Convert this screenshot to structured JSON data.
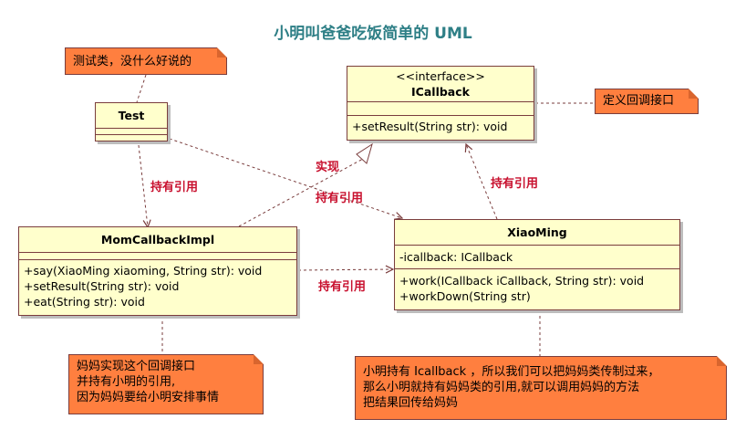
{
  "title": "小明叫爸爸吃饭简单的 UML",
  "classes": {
    "icallback": {
      "stereotype": "<<interface>>",
      "name": "ICallback",
      "methods": [
        "+setResult(String str): void"
      ]
    },
    "test": {
      "name": "Test"
    },
    "mom": {
      "name": "MomCallbackImpl",
      "methods": [
        "+say(XiaoMing xiaoming, String str): void",
        "+setResult(String str): void",
        "+eat(String str): void"
      ]
    },
    "xiaoming": {
      "name": "XiaoMing",
      "attributes": [
        "-icallback: ICallback"
      ],
      "methods": [
        "+work(ICallback iCallback, String str): void",
        "+workDown(String str)"
      ]
    }
  },
  "notes": {
    "test": "测试类，没什么好说的",
    "icallback": "定义回调接口",
    "mom": "妈妈实现这个回调接口\n并持有小明的引用,\n因为妈妈要给小明安排事情",
    "xiaoming": "小明持有 Icallback ，所以我们可以把妈妈类传制过来，\n那么小明就持有妈妈类的引用,就可以调用妈妈的方法\n把结果回传给妈妈"
  },
  "relations": {
    "test_mom": "持有引用",
    "mom_icallback": "实现",
    "test_xiaoming": "持有引用",
    "xiaoming_icallback": "持有引用",
    "mom_xiaoming": "持有引用"
  },
  "colors": {
    "class_fill": "#ffffcc",
    "note_fill": "#ff7f3f",
    "label": "#c8102e",
    "title": "#2e7f86",
    "line": "#7a3d3d"
  }
}
